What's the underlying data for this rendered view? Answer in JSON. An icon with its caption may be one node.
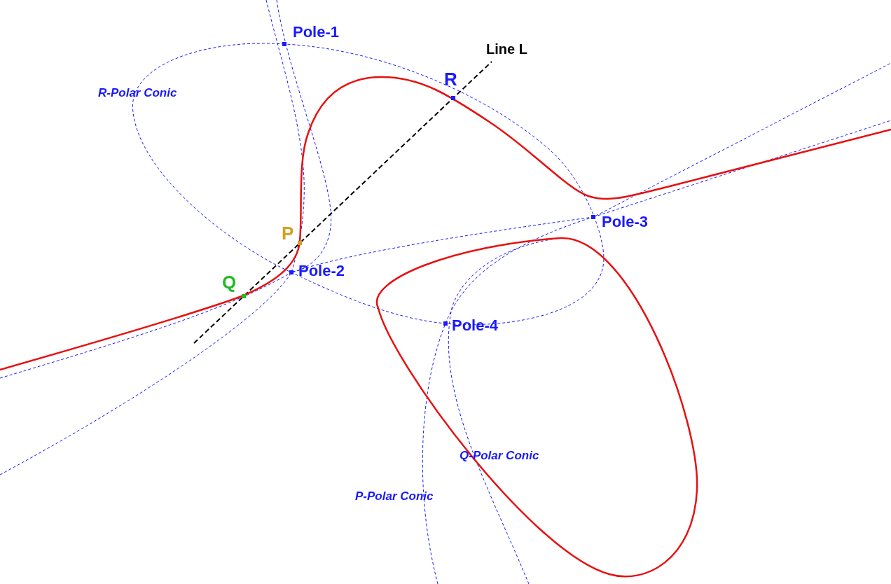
{
  "diagram": {
    "labels": [
      "Pole-1",
      "Line L",
      "R-Polar Conic",
      "R",
      "Pole-3",
      "P",
      "Pole-2",
      "Q",
      "Pole-4",
      "Q-Polar Conic",
      "P-Polar Conic"
    ]
  }
}
